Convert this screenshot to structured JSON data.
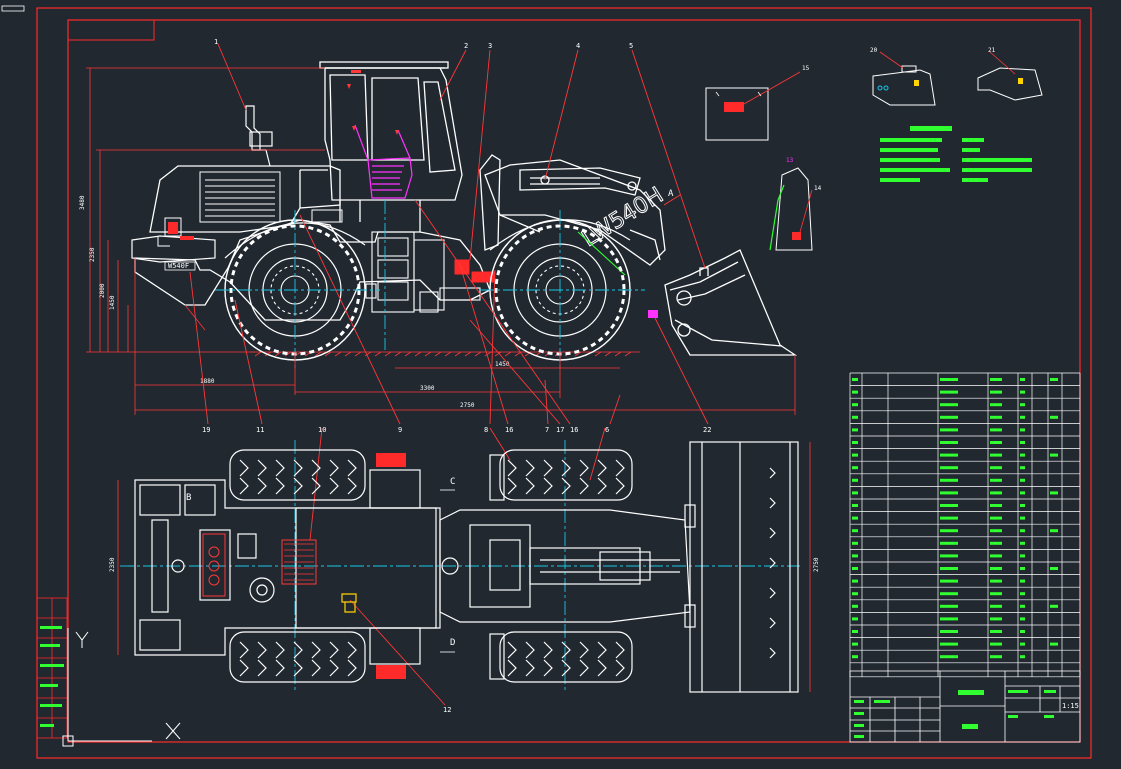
{
  "model_plate": "LW540H",
  "counterweight_plate": "W540F",
  "view_letters": {
    "A": "A",
    "B": "B",
    "C": "C",
    "D": "D"
  },
  "callouts": [
    "1",
    "2",
    "3",
    "4",
    "5",
    "6",
    "7",
    "8",
    "9",
    "10",
    "11",
    "12",
    "16",
    "17",
    "16",
    "19",
    "22"
  ],
  "dimensions": {
    "d1": "1880",
    "d2": "3300",
    "d3": "2750",
    "d4": "1450",
    "d5": "2000",
    "d6": "2350",
    "d7": "3480"
  },
  "detail_labels": {
    "d15": "15",
    "d20": "20",
    "d21": "21",
    "d14": "14",
    "d13": "13"
  },
  "scale": "1:15",
  "colors": {
    "background": "#212830",
    "frame": "#ff2a2a",
    "line": "#ffffff",
    "centerline": "#19c8e8",
    "dimension": "#ff3838",
    "text": "#30ff30",
    "highlight": "#ff33ff"
  }
}
